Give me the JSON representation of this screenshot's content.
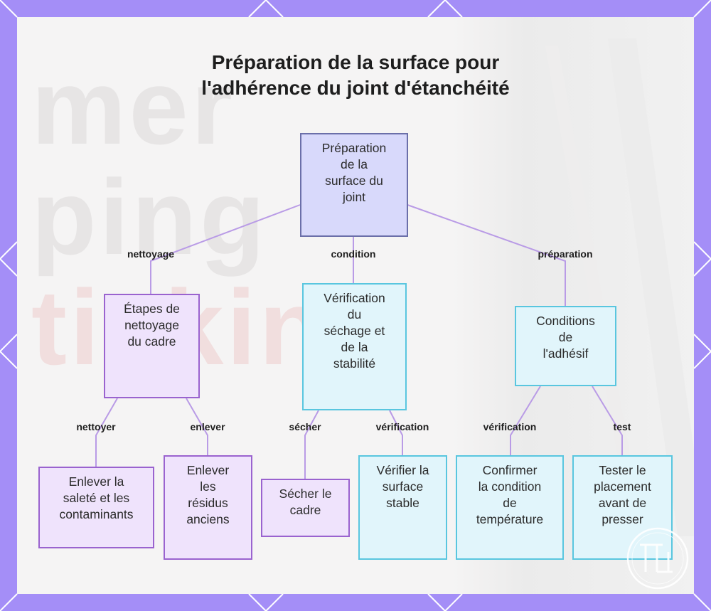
{
  "title": {
    "line1": "Préparation de la surface pour",
    "line2": "l'adhérence du joint d'étanchéité"
  },
  "background": {
    "words": [
      "mer",
      "ping",
      "ticking"
    ]
  },
  "nodes": {
    "root": {
      "lines": [
        "Préparation",
        "de la",
        "surface du",
        "joint"
      ]
    },
    "cleaning": {
      "lines": [
        "Étapes de",
        "nettoyage",
        "du cadre"
      ]
    },
    "drying": {
      "lines": [
        "Vérification",
        "du",
        "séchage et",
        "de la",
        "stabilité"
      ]
    },
    "adhesive": {
      "lines": [
        "Conditions",
        "de",
        "l'adhésif"
      ]
    },
    "remove_dirt": {
      "lines": [
        "Enlever la",
        "saleté et les",
        "contaminants"
      ]
    },
    "remove_residue": {
      "lines": [
        "Enlever",
        "les",
        "résidus",
        "anciens"
      ]
    },
    "dry_frame": {
      "lines": [
        "Sécher le",
        "cadre"
      ]
    },
    "verify_surface": {
      "lines": [
        "Vérifier la",
        "surface",
        "stable"
      ]
    },
    "confirm_temp": {
      "lines": [
        "Confirmer",
        "la condition",
        "de",
        "température"
      ]
    },
    "test_placement": {
      "lines": [
        "Tester le",
        "placement",
        "avant de",
        "presser"
      ]
    }
  },
  "edge_labels": {
    "nettoyage": "nettoyage",
    "condition": "condition",
    "preparation": "préparation",
    "nettoyer": "nettoyer",
    "enlever": "enlever",
    "secher": "sécher",
    "verification1": "vérification",
    "verification2": "vérification",
    "test": "test"
  },
  "colors": {
    "frame": "#a48ef7",
    "edge": "#b99be6",
    "purple_fill": "#efe3fc",
    "purple_border": "#9a63cf",
    "cyan_fill": "#e1f5fb",
    "cyan_border": "#59c6df",
    "root_fill": "#d8d9fb",
    "root_border": "#6b6fa9"
  },
  "logo": {
    "icon": "monogram-logo-icon"
  }
}
